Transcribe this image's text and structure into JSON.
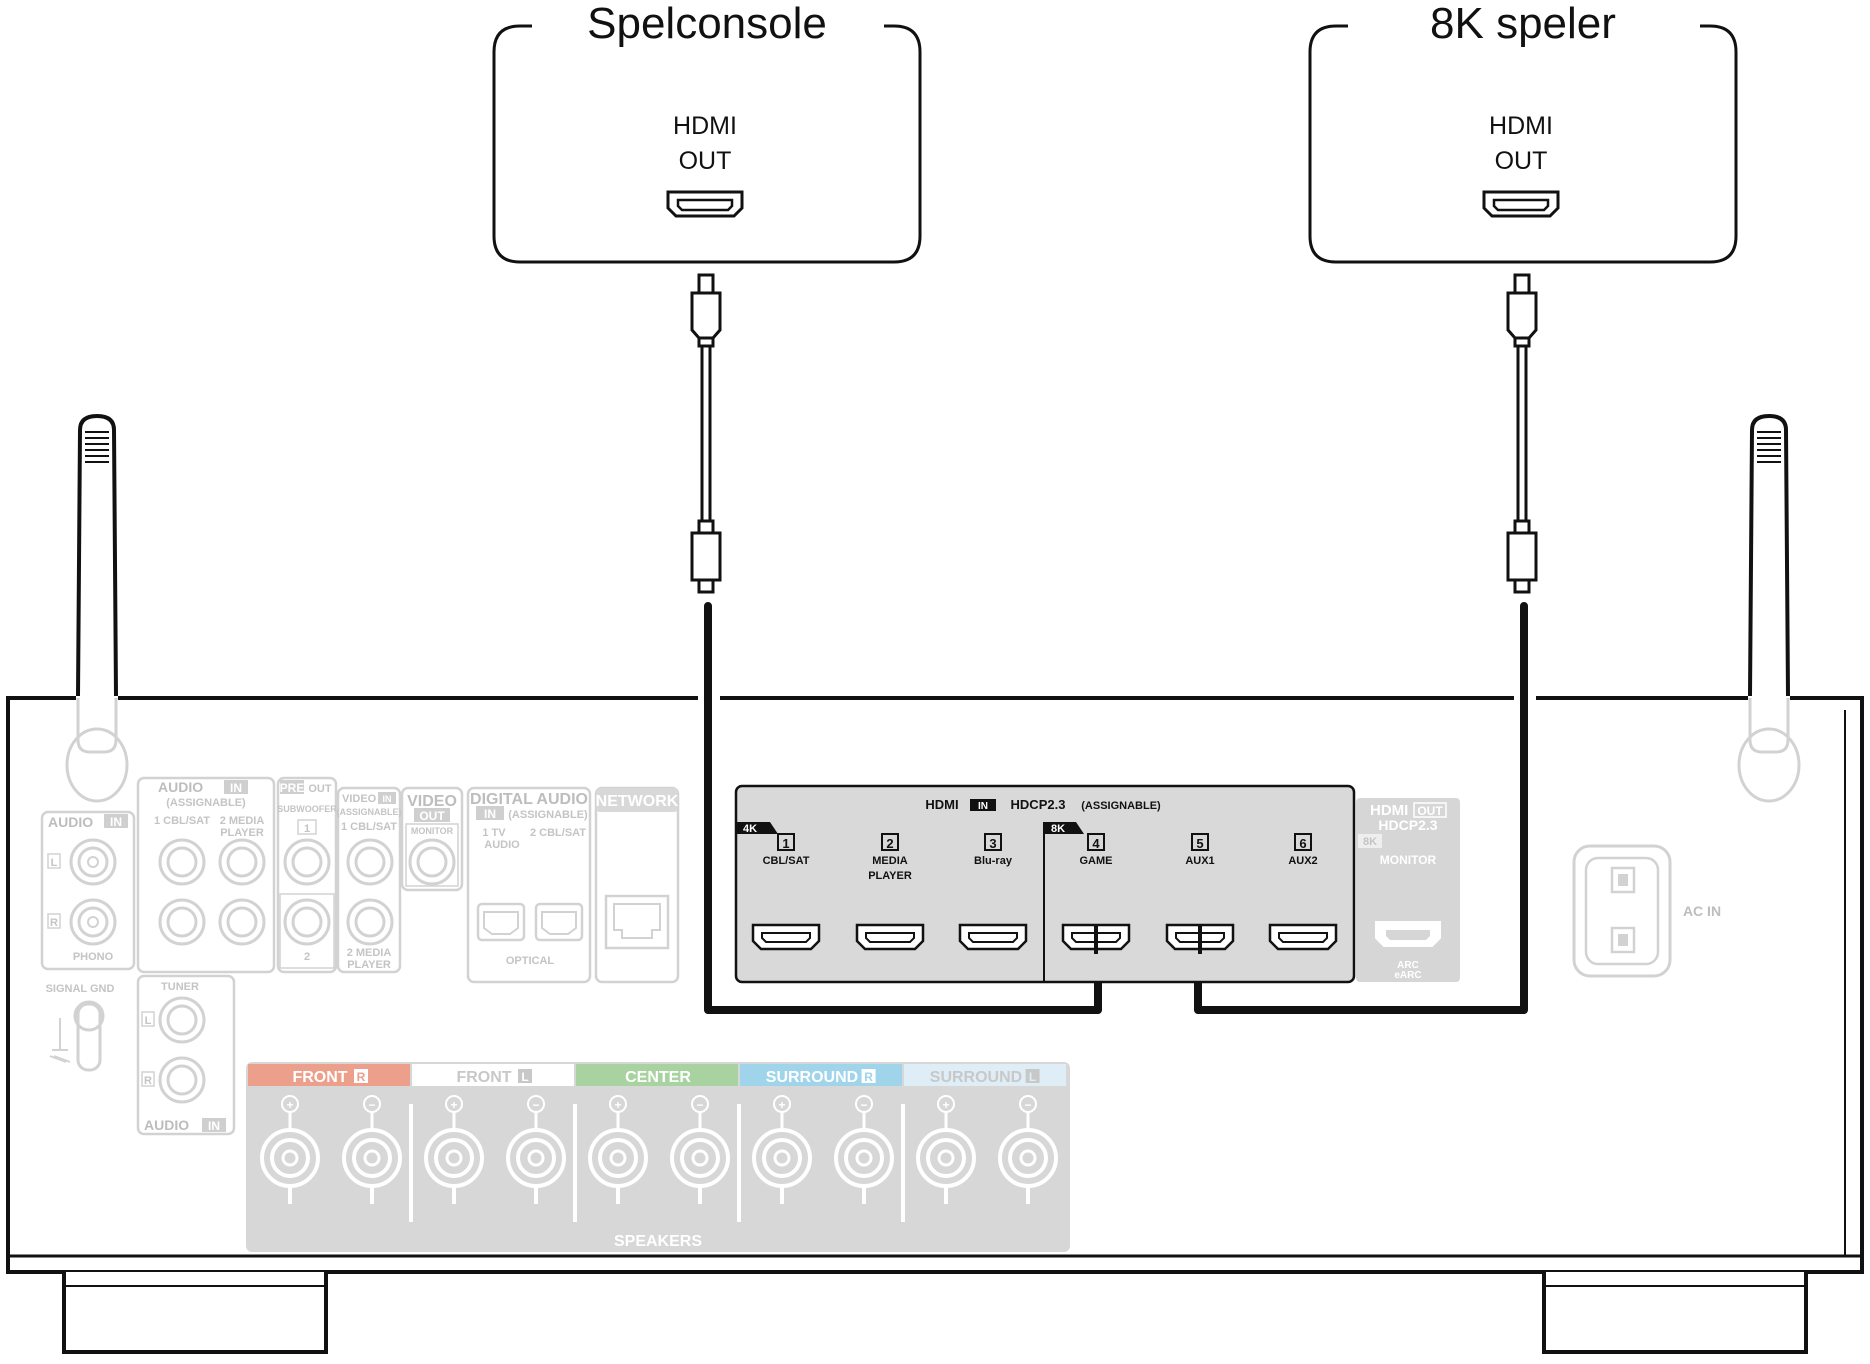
{
  "devices": {
    "game_console": {
      "title": "Spelconsole",
      "port_line1": "HDMI",
      "port_line2": "OUT"
    },
    "player_8k": {
      "title": "8K speler",
      "port_line1": "HDMI",
      "port_line2": "OUT"
    }
  },
  "receiver": {
    "hdmi_in_panel": {
      "hdmi": "HDMI",
      "in": "IN",
      "hdcp": "HDCP2.3",
      "assignable": "(ASSIGNABLE)",
      "badge_4k": "4K",
      "badge_8k": "8K",
      "inputs": [
        {
          "num": "1",
          "line1": "CBL/SAT",
          "line2": ""
        },
        {
          "num": "2",
          "line1": "MEDIA",
          "line2": "PLAYER"
        },
        {
          "num": "3",
          "line1": "Blu-ray",
          "line2": ""
        },
        {
          "num": "4",
          "line1": "GAME",
          "line2": ""
        },
        {
          "num": "5",
          "line1": "AUX1",
          "line2": ""
        },
        {
          "num": "6",
          "line1": "AUX2",
          "line2": ""
        }
      ]
    },
    "hdmi_out_panel": {
      "hdmi": "HDMI",
      "out": "OUT",
      "hdcp": "HDCP2.3",
      "badge_8k": "8K",
      "monitor": "MONITOR",
      "arc": "ARC",
      "earc": "eARC"
    },
    "ac_in": "AC IN",
    "audio_in_phono": {
      "title": "AUDIO",
      "in": "IN",
      "l": "L",
      "r": "R",
      "label": "PHONO"
    },
    "audio_in_assignable": {
      "title": "AUDIO",
      "in": "IN",
      "assignable": "(ASSIGNABLE)",
      "col1": "1 CBL/SAT",
      "col2_line1": "2 MEDIA",
      "col2_line2": "PLAYER"
    },
    "pre_out": {
      "pre": "PRE",
      "out": "OUT",
      "subwoofer": "SUBWOOFER",
      "n1": "1",
      "n2": "2"
    },
    "video_in": {
      "video": "VIDEO",
      "in": "IN",
      "assignable": "(ASSIGNABLE)",
      "col1": "1 CBL/SAT",
      "media1": "2 MEDIA",
      "media2": "PLAYER"
    },
    "video_out": {
      "video": "VIDEO",
      "out": "OUT",
      "monitor": "MONITOR"
    },
    "digital_audio_in": {
      "title": "DIGITAL AUDIO",
      "in": "IN",
      "assignable": "(ASSIGNABLE)",
      "c1": "1   TV",
      "c1b": "AUDIO",
      "c2": "2 CBL/SAT",
      "optical": "OPTICAL"
    },
    "network": "NETWORK",
    "signal_gnd": "SIGNAL GND",
    "tuner": {
      "title": "TUNER",
      "l": "L",
      "r": "R",
      "audio": "AUDIO",
      "in": "IN"
    },
    "speakers": {
      "title": "SPEAKERS",
      "channels": [
        {
          "name": "FRONT",
          "side": "R",
          "color": "#ec9f8b"
        },
        {
          "name": "FRONT",
          "side": "L",
          "color": "#ffffff"
        },
        {
          "name": "CENTER",
          "side": "",
          "color": "#a8d3a0"
        },
        {
          "name": "SURROUND",
          "side": "R",
          "color": "#9fd4ea"
        },
        {
          "name": "SURROUND",
          "side": "L",
          "color": "#dfeef6"
        }
      ],
      "plus": "+",
      "minus": "−"
    }
  },
  "colors": {
    "line": "#111111",
    "faint": "#d2d2d2",
    "panel": "#d9d9d9",
    "panel_dark": "#bfbfbf"
  }
}
